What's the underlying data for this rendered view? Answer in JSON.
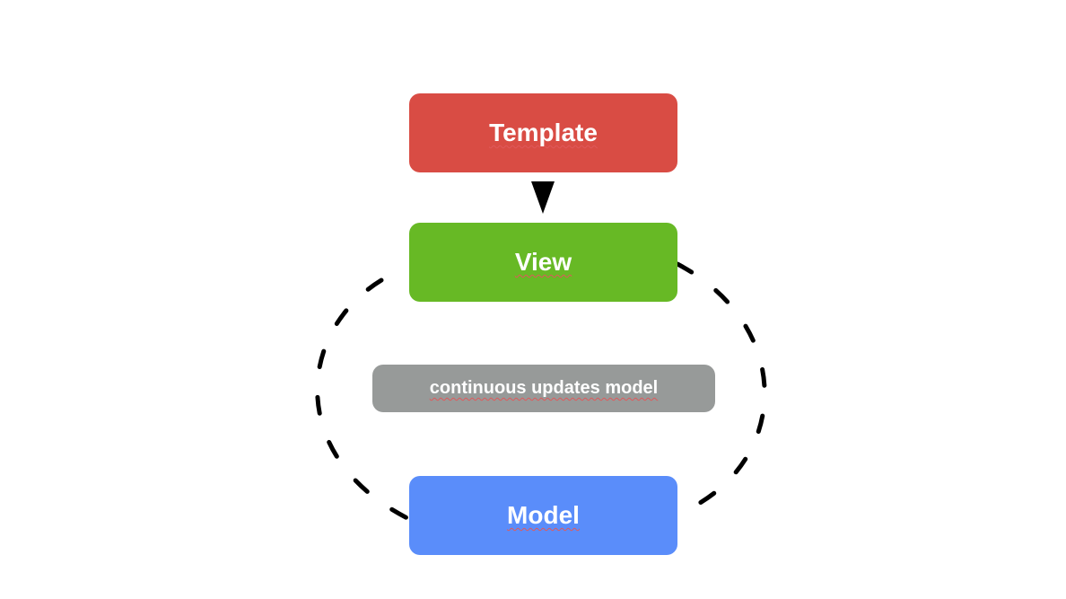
{
  "diagram": {
    "nodes": {
      "template": {
        "label": "Template",
        "color": "#d94c44"
      },
      "view": {
        "label": "View",
        "color": "#67b925"
      },
      "label": {
        "label": "continuous updates model",
        "color": "#979a99"
      },
      "model": {
        "label": "Model",
        "color": "#5a8dfa"
      }
    },
    "edges": [
      {
        "from": "template",
        "to": "view",
        "style": "solid-arrow"
      },
      {
        "from": "view",
        "to": "model",
        "style": "dashed-loop"
      }
    ],
    "stroke_color": "#000000"
  }
}
